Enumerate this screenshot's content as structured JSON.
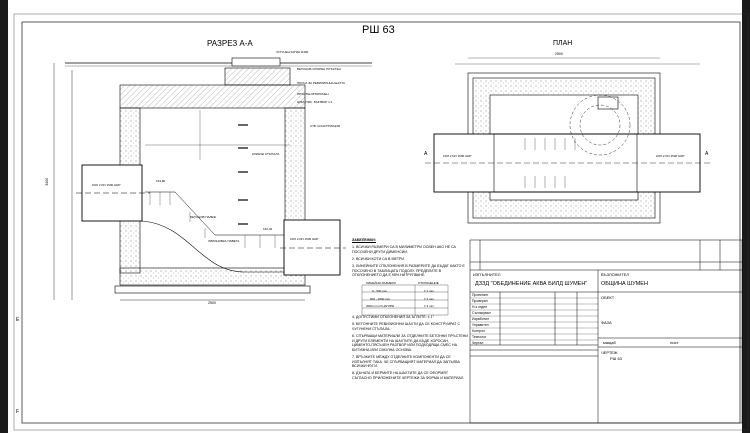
{
  "sheet_title": "РШ 63",
  "section_title": "РАЗРЕЗ А-А",
  "plan_title": "ПЛАН",
  "section_labels": {
    "cover": "ЧУГУНЕН КАПАК D400",
    "ring": "БЕТОНОВ ОПОРЕН ПРЪСТЕН",
    "slab": "ПЛОЧА ЗА РЕВИЗИОННА ШАХТА",
    "wall": "ПРЪСТЕН ВТОРИЧЕН",
    "mortar": "ЦИМ. ПЯС. РАЗТВОР 1:1",
    "structure": "СТБ. КОНСТРУКЦИЯ",
    "steps": "КЛИНЧЕ СТЪПАЛА",
    "chute": "БЕТОНОВ ПАЛЕЖ",
    "lining": "ОБЛИЦОВКА ПАВЕТА"
  },
  "dimensions": [
    "2500",
    "3400"
  ],
  "levels": [
    "163,80",
    "162,40"
  ],
  "plan_pipe_in": "КОЛ 2 DN 1500 GRP",
  "plan_pipe_out": "КОЛ 2 DN 1500 GRP",
  "section_marker": "А",
  "grid_rows": [
    "E",
    "F"
  ],
  "notes": {
    "title": "ЗАБЕЛЕЖКИ:",
    "items": [
      "1. ВСИЧКИ РАЗМЕРИ СА В МИЛИМЕТРИ ОСВЕН АКО НЕ СА ПОСОЧЕНИ ДРУГИ ДИМЕНСИИ.",
      "2. ВСИЧКИ КОТИ СА В МЕТРИ.",
      "3. ЛИНЕЙНИТЕ ОТКЛОНЕНИЯ В РАЗМЕРИТЕ ДА БЪДАТ КАКТО Е ПОСОЧЕНО В ТАБЛИЦАТА ПОДОЛУ. ПРЕДЕЛИТЕ В ОТКЛОНЕНИЕТО ДА Е 95% НИТРУПВАНЕ.",
      "4. ДОПУСТИМИ ОТКЛОНЕНИЯ ЗА ЪГЛИТЕ: ± 1°",
      "5. БЕТОННИТЕ РЕВИЗИОННИ ШАХТИ ДА СЕ КОНСТРУИРАТ С ЧУГУНЕНИ СТЪПАЛА.",
      "6. СПЪРВАЩИ МАТЕРИАЛИ ЗА ОТДЕЛНИТЕ БЕТОННИ ПРЪСТЕНИ И ДРУГИ ЕЛЕМЕНТИ НА ШАХТИТЕ ДА БЪДЕ ХОРОСАН, ЦИМЕНТО-ПЯСЪЧЕН РАЗТВОР ИЛИ ПОДХОДЯЩА СМЕС НА БИТУМНА ИЛИ СМОЛНА ОСНОВА.",
      "7. ВРЪЗКИТЕ МЕЖДУ ОТДЕЛНИТЕ КОМПОНЕНТИ ДА СЕ ИЗПЪЛНЯТ ТАКА, ЧЕ СПЪРВАЩИЯТ МАТЕРИАЛ ДА ЗАПЪЛВА ВСИЧКИ ФУГИ.",
      "8. ДЪНАТА И БЕРМИТЕ НА ШАХТИТЕ ДА СЕ ОФОРМЯТ СЪГЛАСНО ПРИЛОЖЕНИТЕ ЧЕРТЕЖИ ЗА ФОРМА И МАТЕРИАЛ."
    ],
    "table": {
      "headers": [
        "ЛИНЕЙНИ РАЗМЕРИ",
        "ОТКЛОНЕНИЕ"
      ],
      "rows": [
        [
          "0 - 500 mm",
          "± 1 mm"
        ],
        [
          "500 - 2000 mm",
          "± 2 mm"
        ],
        [
          "2000 mm И НАГОРЕ",
          "± 3 mm"
        ]
      ]
    }
  },
  "title_block": {
    "contractor_label": "ИЗПЪЛНИТЕЛ",
    "contractor": "ДЗЗД \"ОБЕДИНЕНИЕ АКВА БИЛД ШУМЕН\"",
    "client_label": "ВЪЗЛОЖИТЕЛ",
    "client": "ОБЩИНА ШУМЕН",
    "object_label": "ОБЕКТ",
    "phase_label": "ФАЗА",
    "drawing_label": "ЧЕРТЕЖ",
    "scale_label": "мащаб",
    "sheet_label": "лист",
    "roles": [
      "Проектант",
      "Проверил",
      "Н-к отдел",
      "Съгласувал",
      "Изработил",
      "Управител",
      "Контрол",
      "Технолог",
      "Чертал"
    ]
  }
}
